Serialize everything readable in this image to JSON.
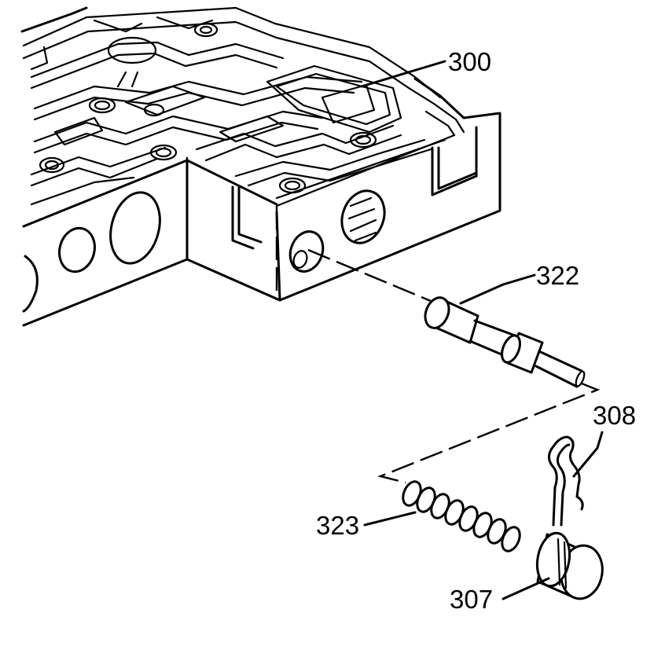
{
  "callouts": {
    "valve_body": "300",
    "valve": "322",
    "spring": "323",
    "retainer_clip": "308",
    "bore_plug": "307"
  }
}
